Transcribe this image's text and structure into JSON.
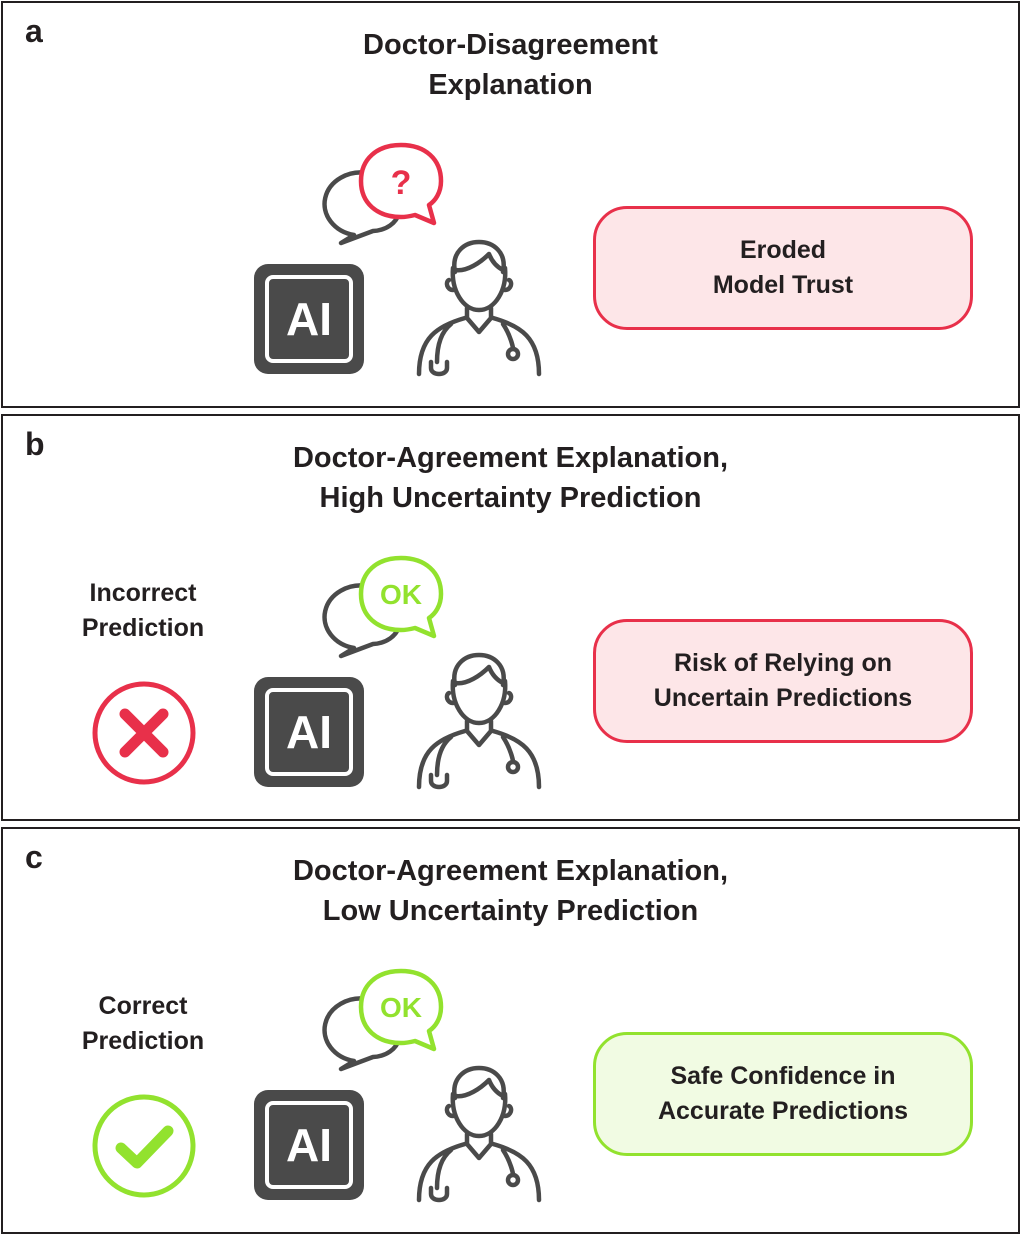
{
  "colors": {
    "red": "#e8304a",
    "red_fill": "#fde6e8",
    "green": "#92e22e",
    "green_fill": "#f1fbe3",
    "dark": "#4a4a4a"
  },
  "panels": [
    {
      "letter": "a",
      "title_lines": [
        "Doctor-Disagreement",
        "Explanation"
      ],
      "bubble_text": "?",
      "bubble_icon": "question-speech-bubble-icon",
      "ai_text": "AI",
      "outcome_lines": [
        "Eroded",
        "Model Trust"
      ],
      "outcome_color": "red"
    },
    {
      "letter": "b",
      "title_lines": [
        "Doctor-Agreement Explanation,",
        "High Uncertainty Prediction"
      ],
      "side_label_lines": [
        "Incorrect",
        "Prediction"
      ],
      "status_icon": "x-mark-icon",
      "bubble_text": "OK",
      "bubble_icon": "ok-speech-bubble-icon",
      "ai_text": "AI",
      "outcome_lines": [
        "Risk of Relying on",
        "Uncertain Predictions"
      ],
      "outcome_color": "red"
    },
    {
      "letter": "c",
      "title_lines": [
        "Doctor-Agreement Explanation,",
        "Low Uncertainty Prediction"
      ],
      "side_label_lines": [
        "Correct",
        "Prediction"
      ],
      "status_icon": "check-mark-icon",
      "bubble_text": "OK",
      "bubble_icon": "ok-speech-bubble-icon",
      "ai_text": "AI",
      "outcome_lines": [
        "Safe Confidence in",
        "Accurate Predictions"
      ],
      "outcome_color": "green"
    }
  ]
}
